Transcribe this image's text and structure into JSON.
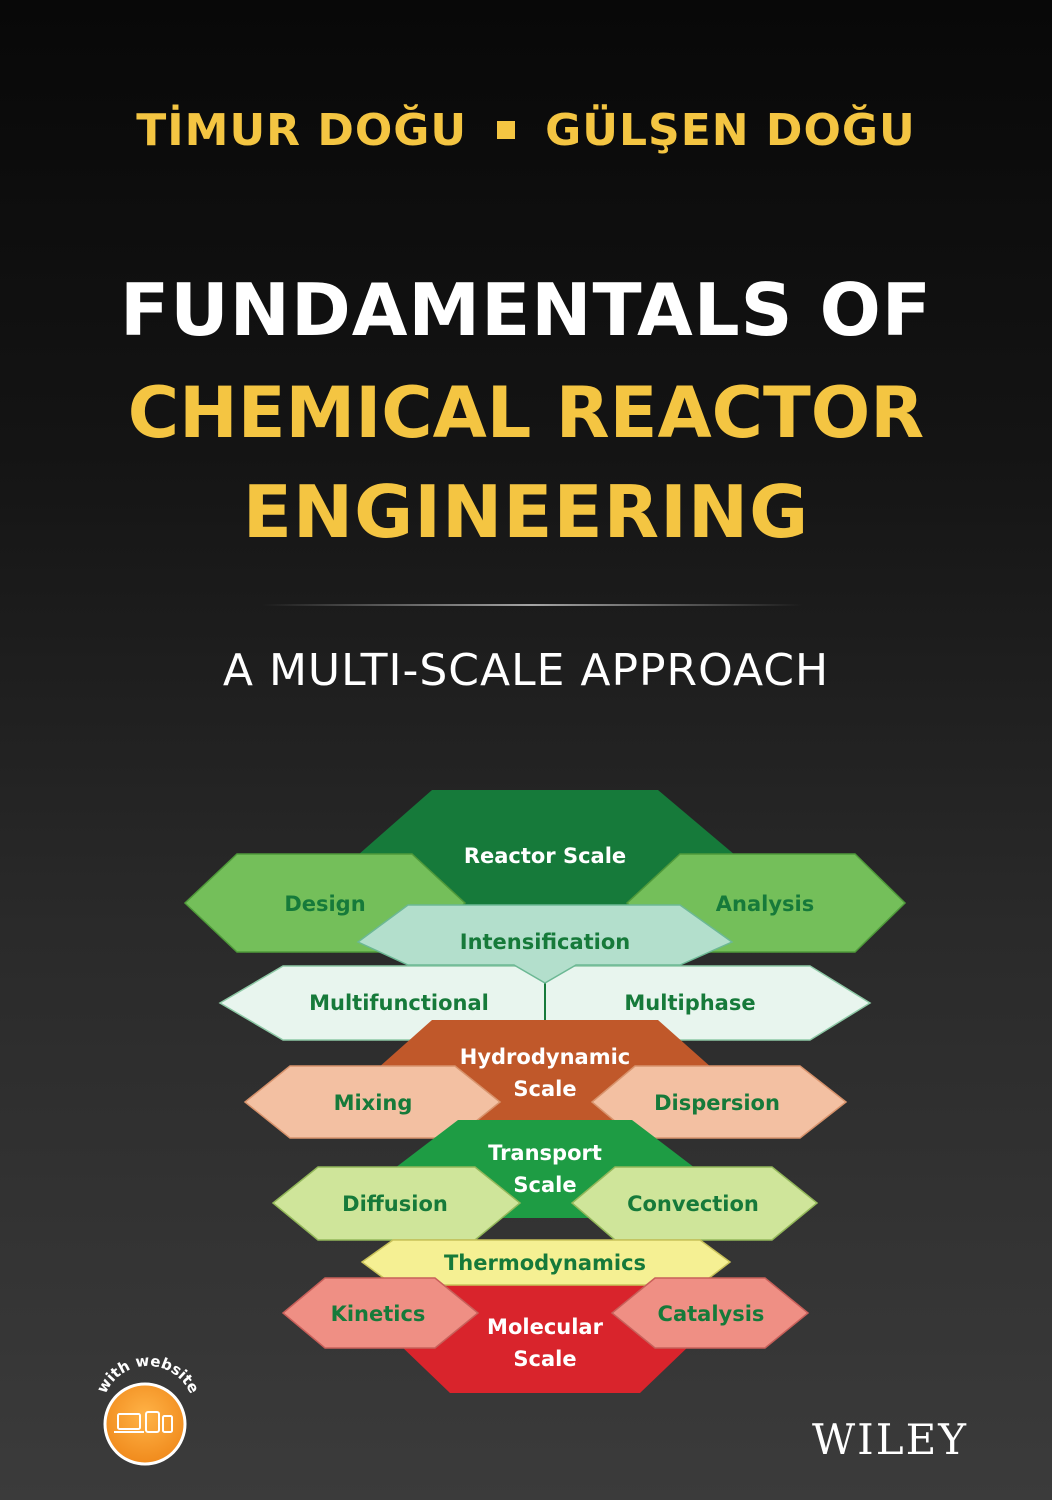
{
  "authors": [
    "TİMUR DOĞU",
    "GÜLŞEN DOĞU"
  ],
  "title": {
    "line1": "FUNDAMENTALS OF",
    "line2": "CHEMICAL REACTOR",
    "line3": "ENGINEERING"
  },
  "subtitle": "A MULTI-SCALE APPROACH",
  "diagram": {
    "reactor_scale": "Reactor Scale",
    "design": "Design",
    "analysis": "Analysis",
    "intensification": "Intensification",
    "multifunctional": "Multifunctional",
    "multiphase": "Multiphase",
    "hydrodynamic_scale": [
      "Hydrodynamic",
      "Scale"
    ],
    "mixing": "Mixing",
    "dispersion": "Dispersion",
    "transport_scale": [
      "Transport",
      "Scale"
    ],
    "diffusion": "Diffusion",
    "convection": "Convection",
    "thermodynamics": "Thermodynamics",
    "kinetics": "Kinetics",
    "catalysis": "Catalysis",
    "molecular_scale": [
      "Molecular",
      "Scale"
    ]
  },
  "badge": {
    "text": "with website"
  },
  "publisher": "WILEY",
  "colors": {
    "accent_yellow": "#f4c542",
    "reactor_dark_green": "#167a3a",
    "light_green": "#74bf5a",
    "mint": "#b3dfcc",
    "pale_mint": "#e8f5ee",
    "hydro_orange": "#c0582a",
    "peach": "#f3c0a2",
    "transport_green": "#1e9c44",
    "pale_green": "#cfe59a",
    "thermo_yellow": "#f5f093",
    "salmon": "#ef8f84",
    "molecular_red": "#d9242c",
    "badge_orange": "#f08a1c"
  }
}
